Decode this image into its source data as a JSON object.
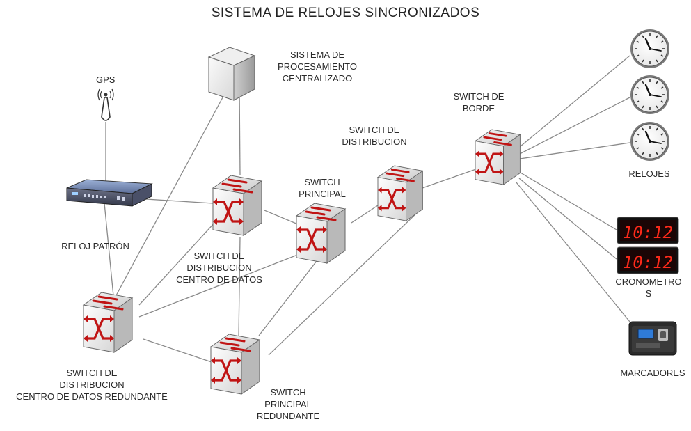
{
  "title": "SISTEMA DE RELOJES SINCRONIZADOS",
  "labels": {
    "gps": "GPS",
    "sistema": [
      "SISTEMA DE",
      "PROCESAMIENTO",
      "CENTRALIZADO"
    ],
    "reloj_patron": "RELOJ PATRÓN",
    "switch_dc": [
      "SWITCH DE",
      "DISTRIBUCION",
      "CENTRO DE DATOS"
    ],
    "switch_principal": [
      "SWITCH",
      "PRINCIPAL"
    ],
    "switch_distribucion": [
      "SWITCH DE",
      "DISTRIBUCION"
    ],
    "switch_borde": [
      "SWITCH DE",
      "BORDE"
    ],
    "relojes": "RELOJES",
    "cronometros": [
      "CRONOMETRO",
      "S"
    ],
    "marcadores": "MARCADORES",
    "switch_dc_redundante": [
      "SWITCH DE",
      "DISTRIBUCION",
      "CENTRO DE DATOS REDUNDANTE"
    ],
    "switch_principal_redundante": [
      "SWITCH",
      "PRINCIPAL",
      "REDUNDANTE"
    ]
  },
  "cronometro_display": "10:12"
}
